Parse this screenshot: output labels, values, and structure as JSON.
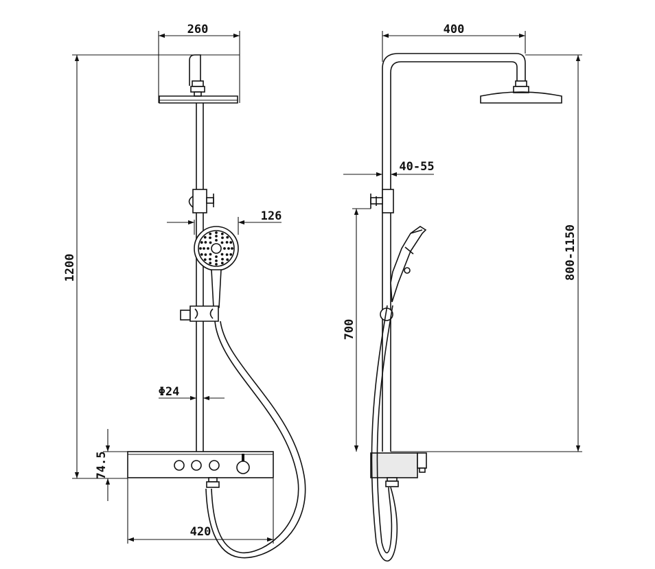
{
  "dimensions": {
    "front_head_width": "260",
    "front_total_height": "1200",
    "hand_shower_width": "126",
    "pipe_diameter": "Φ24",
    "thermostat_height": "74.5",
    "thermostat_width": "420",
    "side_arm_length": "400",
    "side_wall_gap": "40-55",
    "side_height_range": "800-1150",
    "side_holder_height": "700"
  },
  "colors": {
    "line": "#111111",
    "background": "#ffffff",
    "panel": "#eaeaea"
  }
}
